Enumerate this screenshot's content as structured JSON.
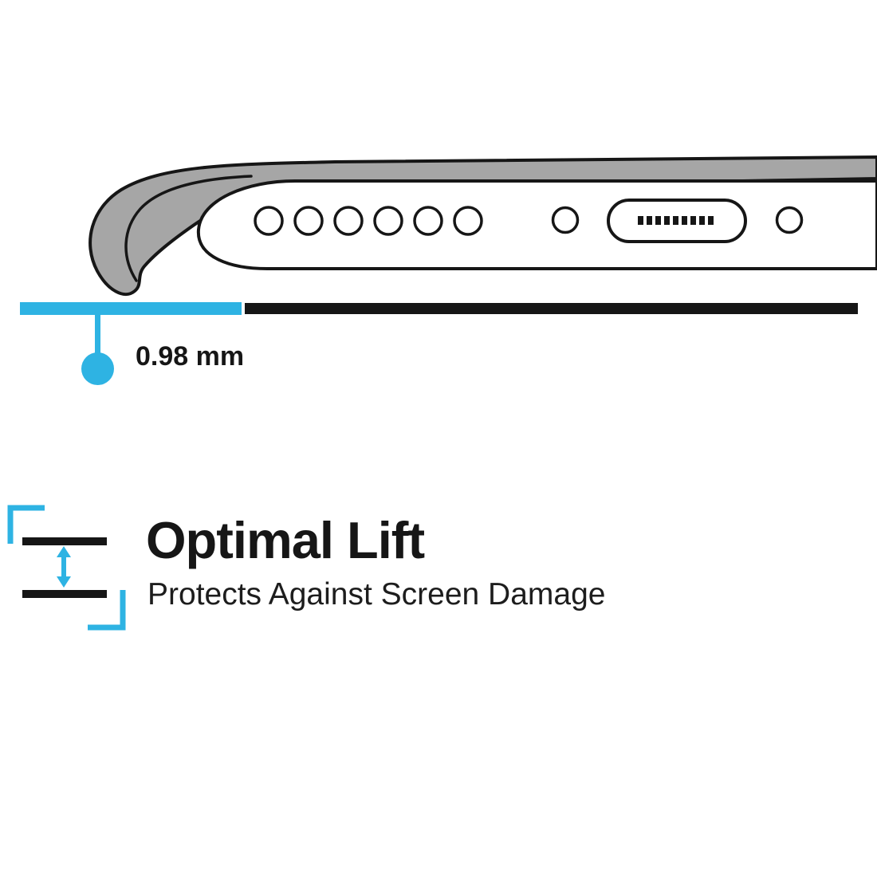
{
  "colors": {
    "accent_cyan": "#2eb3e3",
    "ink_black": "#161616",
    "case_gray": "#a6a6a6",
    "phone_white": "#ffffff"
  },
  "measurement": {
    "value": "0.98 mm"
  },
  "feature": {
    "title": "Optimal Lift",
    "subtitle": "Protects Against Screen Damage"
  },
  "diagram": {
    "description": "bottom edge of phone inside case, side view",
    "speaker_hole_count": 6,
    "port_pin_count": 9
  }
}
